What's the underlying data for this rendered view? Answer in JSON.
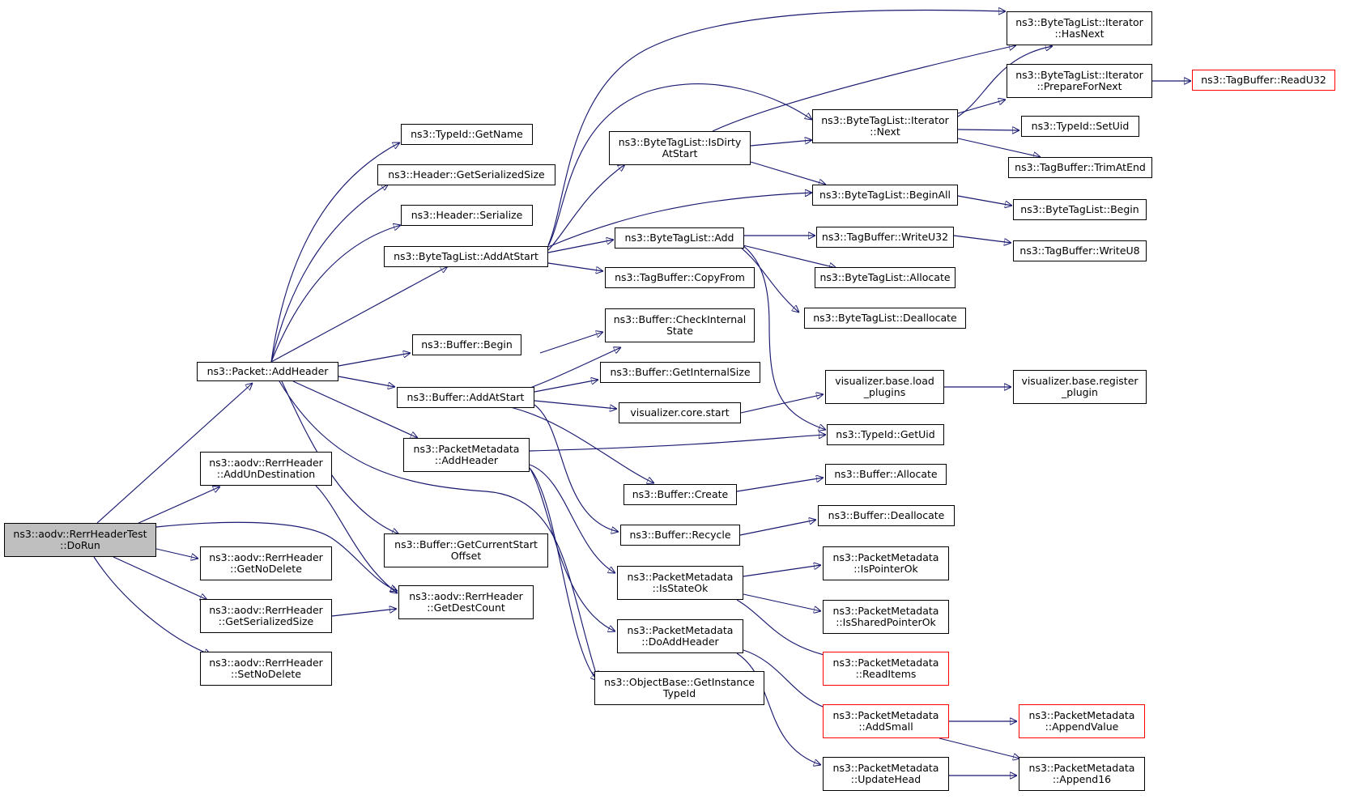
{
  "diagram": {
    "colors": {
      "edge": "#191970",
      "node_border": "#000000",
      "truncated_border": "#ff0000",
      "root_fill": "#bfbfbf"
    },
    "nodes": [
      {
        "id": "dorun",
        "lines": [
          "ns3::aodv::RerrHeaderTest",
          "::DoRun"
        ],
        "root": true
      },
      {
        "id": "pkt_addheader",
        "lines": [
          "ns3::Packet::AddHeader"
        ]
      },
      {
        "id": "addundest",
        "lines": [
          "ns3::aodv::RerrHeader",
          "::AddUnDestination"
        ]
      },
      {
        "id": "getnodelete",
        "lines": [
          "ns3::aodv::RerrHeader",
          "::GetNoDelete"
        ]
      },
      {
        "id": "getserialized_rerr",
        "lines": [
          "ns3::aodv::RerrHeader",
          "::GetSerializedSize"
        ]
      },
      {
        "id": "setnodelete",
        "lines": [
          "ns3::aodv::RerrHeader",
          "::SetNoDelete"
        ]
      },
      {
        "id": "getdestcount",
        "lines": [
          "ns3::aodv::RerrHeader",
          "::GetDestCount"
        ]
      },
      {
        "id": "typeid_getname",
        "lines": [
          "ns3::TypeId::GetName"
        ]
      },
      {
        "id": "header_getserialized",
        "lines": [
          "ns3::Header::GetSerializedSize"
        ]
      },
      {
        "id": "header_serialize",
        "lines": [
          "ns3::Header::Serialize"
        ]
      },
      {
        "id": "btl_addatstart",
        "lines": [
          "ns3::ByteTagList::AddAtStart"
        ]
      },
      {
        "id": "buffer_begin",
        "lines": [
          "ns3::Buffer::Begin"
        ]
      },
      {
        "id": "buffer_addatstart",
        "lines": [
          "ns3::Buffer::AddAtStart"
        ]
      },
      {
        "id": "pm_addheader",
        "lines": [
          "ns3::PacketMetadata",
          "::AddHeader"
        ]
      },
      {
        "id": "buffer_getcurrentstart",
        "lines": [
          "ns3::Buffer::GetCurrentStart",
          "Offset"
        ]
      },
      {
        "id": "btl_isdirty",
        "lines": [
          "ns3::ByteTagList::IsDirty",
          "AtStart"
        ]
      },
      {
        "id": "btl_add",
        "lines": [
          "ns3::ByteTagList::Add"
        ]
      },
      {
        "id": "tb_copyfrom",
        "lines": [
          "ns3::TagBuffer::CopyFrom"
        ]
      },
      {
        "id": "buffer_checkinternal",
        "lines": [
          "ns3::Buffer::CheckInternal",
          "State"
        ]
      },
      {
        "id": "buffer_getinternalsize",
        "lines": [
          "ns3::Buffer::GetInternalSize"
        ]
      },
      {
        "id": "viz_core_start",
        "lines": [
          "visualizer.core.start"
        ]
      },
      {
        "id": "buffer_create",
        "lines": [
          "ns3::Buffer::Create"
        ]
      },
      {
        "id": "buffer_recycle",
        "lines": [
          "ns3::Buffer::Recycle"
        ]
      },
      {
        "id": "pm_isstateok",
        "lines": [
          "ns3::PacketMetadata",
          "::IsStateOk"
        ]
      },
      {
        "id": "pm_doaddheader",
        "lines": [
          "ns3::PacketMetadata",
          "::DoAddHeader"
        ]
      },
      {
        "id": "ob_getinstancetypeid",
        "lines": [
          "ns3::ObjectBase::GetInstance",
          "TypeId"
        ]
      },
      {
        "id": "btl_it_hasnext",
        "lines": [
          "ns3::ByteTagList::Iterator",
          "::HasNext"
        ]
      },
      {
        "id": "btl_it_next",
        "lines": [
          "ns3::ByteTagList::Iterator",
          "::Next"
        ]
      },
      {
        "id": "btl_it_prepare",
        "lines": [
          "ns3::ByteTagList::Iterator",
          "::PrepareForNext"
        ]
      },
      {
        "id": "tb_readu32",
        "lines": [
          "ns3::TagBuffer::ReadU32"
        ],
        "truncated": true
      },
      {
        "id": "typeid_setuid",
        "lines": [
          "ns3::TypeId::SetUid"
        ]
      },
      {
        "id": "tb_trimatend",
        "lines": [
          "ns3::TagBuffer::TrimAtEnd"
        ]
      },
      {
        "id": "btl_beginall",
        "lines": [
          "ns3::ByteTagList::BeginAll"
        ]
      },
      {
        "id": "btl_begin",
        "lines": [
          "ns3::ByteTagList::Begin"
        ]
      },
      {
        "id": "tb_writeu32",
        "lines": [
          "ns3::TagBuffer::WriteU32"
        ]
      },
      {
        "id": "tb_writeu8",
        "lines": [
          "ns3::TagBuffer::WriteU8"
        ]
      },
      {
        "id": "btl_allocate",
        "lines": [
          "ns3::ByteTagList::Allocate"
        ]
      },
      {
        "id": "btl_deallocate",
        "lines": [
          "ns3::ByteTagList::Deallocate"
        ]
      },
      {
        "id": "viz_load_plugins",
        "lines": [
          "visualizer.base.load",
          "_plugins"
        ]
      },
      {
        "id": "viz_register_plugin",
        "lines": [
          "visualizer.base.register",
          "_plugin"
        ]
      },
      {
        "id": "typeid_getuid",
        "lines": [
          "ns3::TypeId::GetUid"
        ]
      },
      {
        "id": "buffer_allocate",
        "lines": [
          "ns3::Buffer::Allocate"
        ]
      },
      {
        "id": "buffer_deallocate",
        "lines": [
          "ns3::Buffer::Deallocate"
        ]
      },
      {
        "id": "pm_ispointerok",
        "lines": [
          "ns3::PacketMetadata",
          "::IsPointerOk"
        ]
      },
      {
        "id": "pm_issharedpointerok",
        "lines": [
          "ns3::PacketMetadata",
          "::IsSharedPointerOk"
        ]
      },
      {
        "id": "pm_readitems",
        "lines": [
          "ns3::PacketMetadata",
          "::ReadItems"
        ],
        "truncated": true
      },
      {
        "id": "pm_addsmall",
        "lines": [
          "ns3::PacketMetadata",
          "::AddSmall"
        ],
        "truncated": true
      },
      {
        "id": "pm_appendvalue",
        "lines": [
          "ns3::PacketMetadata",
          "::AppendValue"
        ],
        "truncated": true
      },
      {
        "id": "pm_updatehead",
        "lines": [
          "ns3::PacketMetadata",
          "::UpdateHead"
        ]
      },
      {
        "id": "pm_append16",
        "lines": [
          "ns3::PacketMetadata",
          "::Append16"
        ]
      }
    ]
  }
}
